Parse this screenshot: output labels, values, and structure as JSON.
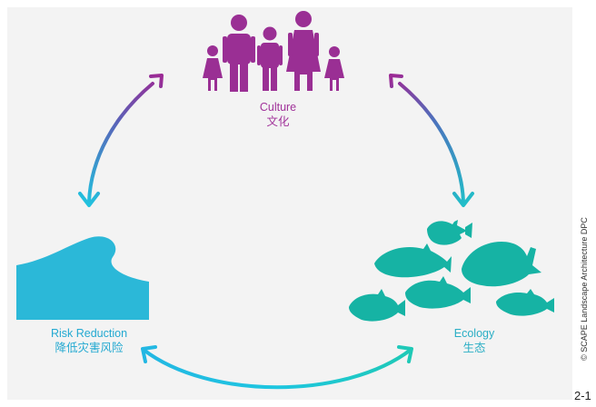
{
  "nodes": {
    "culture": {
      "label_en": "Culture",
      "label_zh": "文化",
      "color": "#a1339a"
    },
    "risk_reduction": {
      "label_en": "Risk Reduction",
      "label_zh": "降低灾害风险",
      "color": "#23a9d1"
    },
    "ecology": {
      "label_en": "Ecology",
      "label_zh": "生态",
      "color": "#16b3a4"
    }
  },
  "colors": {
    "panel": "#f3f3f3",
    "wave": "#2bb8d8",
    "fish": "#16b3a4",
    "people": "#9a2f94",
    "arrow_cyan": "#1ec6e0",
    "arrow_purple": "#9b2a95",
    "arrow_teal": "#1fc2c9"
  },
  "icons": {
    "culture": "family-people-icon",
    "risk_reduction": "wave-icon",
    "ecology": "fish-school-icon"
  },
  "arrows": [
    {
      "from": "risk_reduction",
      "to": "culture",
      "style": "double-headed"
    },
    {
      "from": "culture",
      "to": "ecology",
      "style": "double-headed"
    },
    {
      "from": "risk_reduction",
      "to": "ecology",
      "style": "double-headed"
    }
  ],
  "credit": "© SCAPE Landscape Architecture DPC",
  "figure_number": "2-1"
}
